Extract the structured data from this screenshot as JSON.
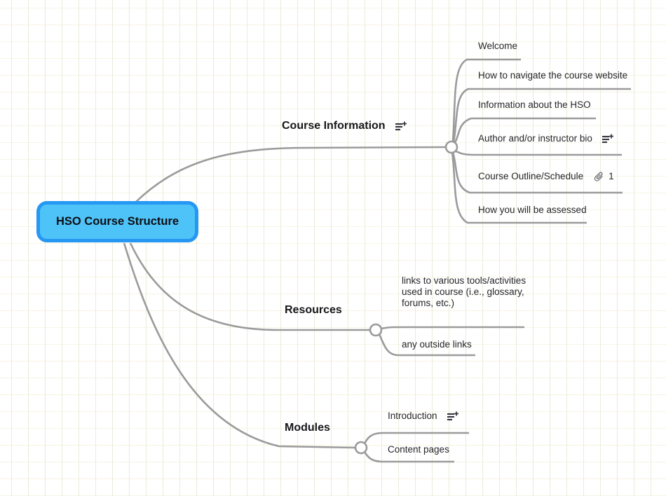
{
  "root": {
    "label": "HSO Course Structure",
    "fill": "#4ec3f8",
    "border": "#2697f2"
  },
  "branches": [
    {
      "label": "Course Information",
      "icon": "notes-add",
      "children": [
        {
          "label": "Welcome"
        },
        {
          "label": "How to navigate the course website"
        },
        {
          "label": "Information about the HSO"
        },
        {
          "label": "Author and/or instructor bio",
          "icon": "notes-add"
        },
        {
          "label": "Course Outline/Schedule",
          "icon": "paperclip",
          "attachment_count": "1"
        },
        {
          "label": "How you will be assessed"
        }
      ]
    },
    {
      "label": "Resources",
      "children": [
        {
          "label": "links to various tools/activities used in course (i.e., glossary, forums, etc.)"
        },
        {
          "label": "any outside links"
        }
      ]
    },
    {
      "label": "Modules",
      "children": [
        {
          "label": "Introduction",
          "icon": "notes-add"
        },
        {
          "label": "Content pages"
        }
      ]
    }
  ],
  "colors": {
    "line": "#9b9b9b",
    "text": "#26262b",
    "grid_vertical": "#e6eeda",
    "grid_horizontal": "#f8f3e4"
  }
}
